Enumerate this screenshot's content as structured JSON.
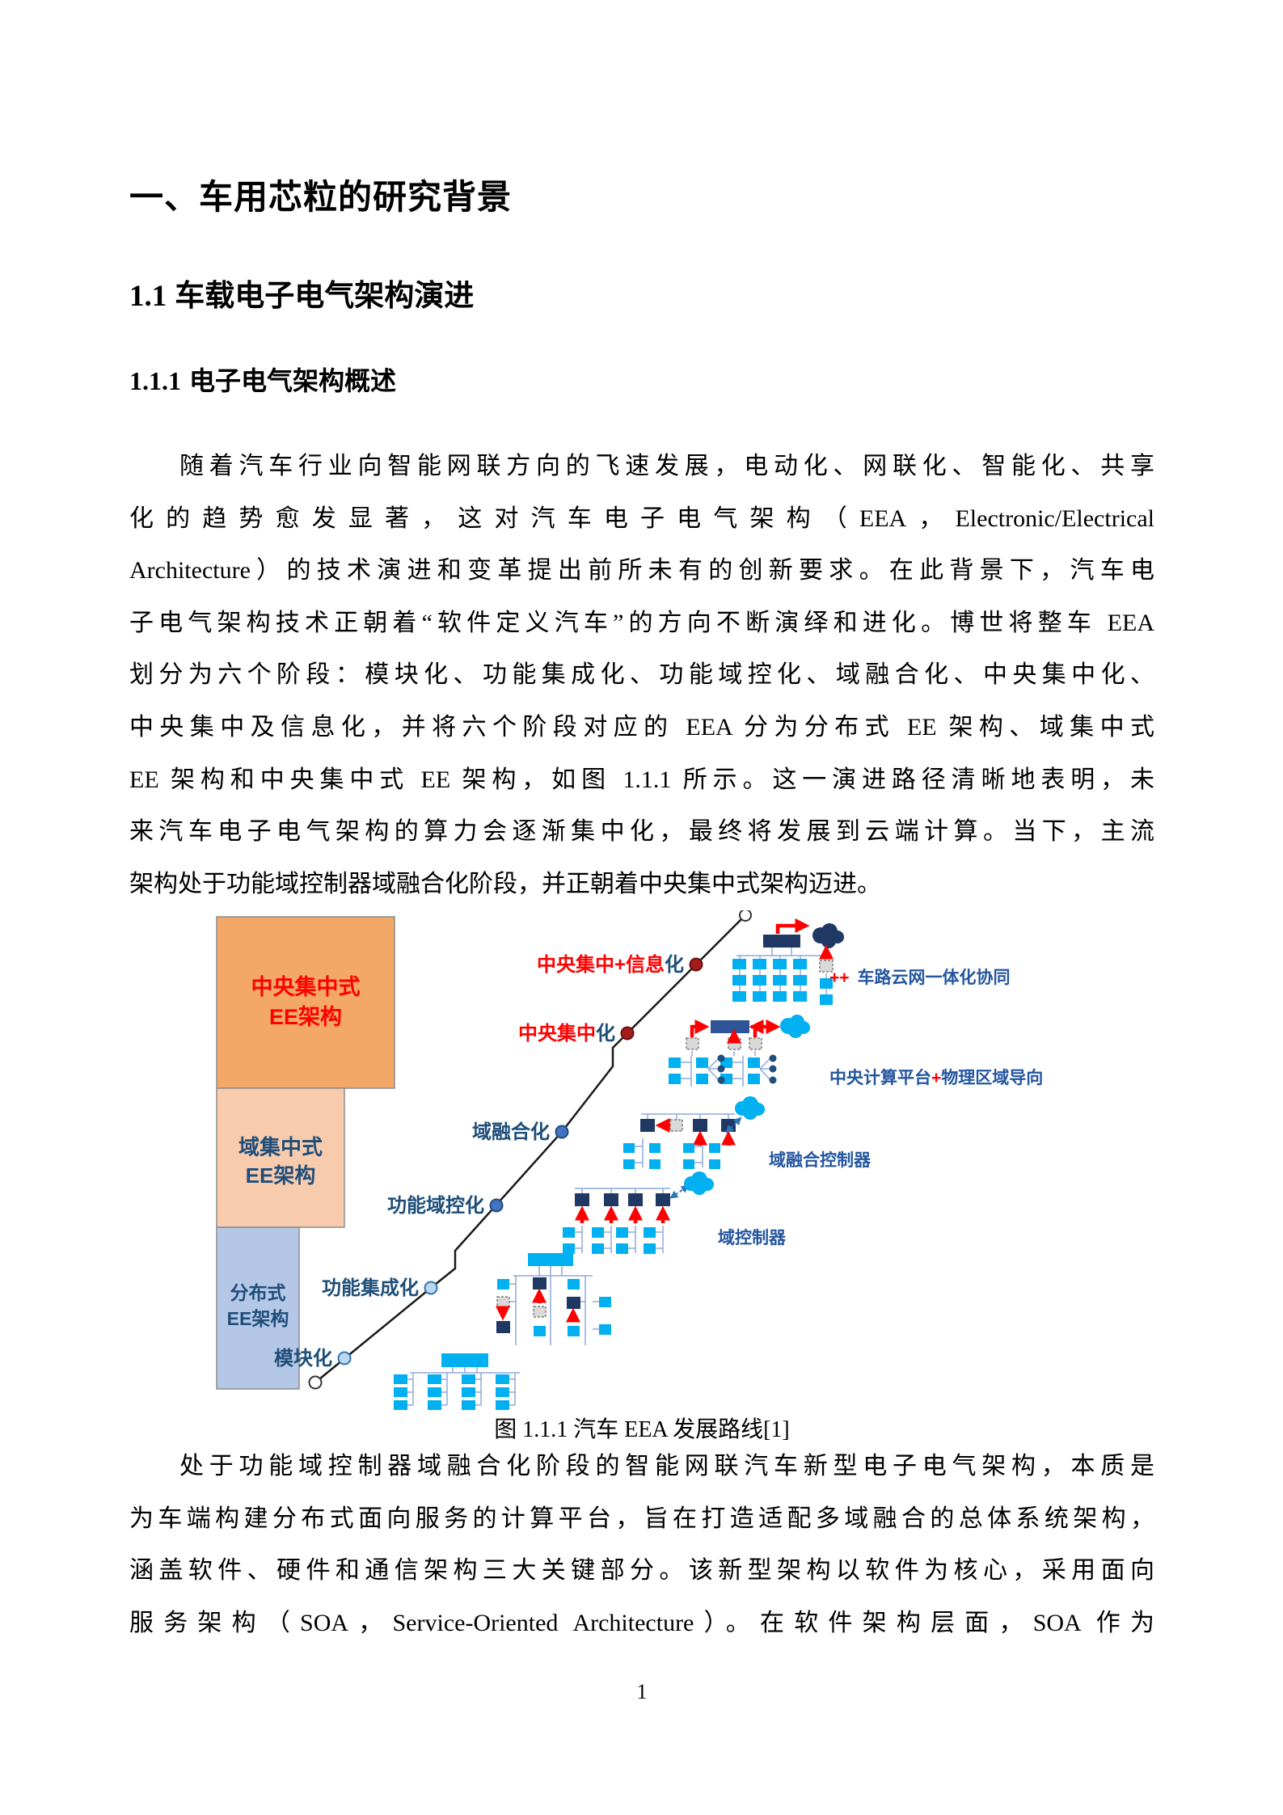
{
  "headings": {
    "h1": "一、车用芯粒的研究背景",
    "h2": {
      "num": "1.1",
      "text": "车载电子电气架构演进"
    },
    "h3": {
      "num": "1.1.1",
      "text": "电子电气架构概述"
    }
  },
  "paragraph1": {
    "lines": [
      "随着汽车行业向智能网联方向的飞速发展，电动化、网联化、智能化、共享",
      "化的趋势愈发显著，这对汽车电子电气架构（EEA，Electronic/Electrical",
      "Architecture）的技术演进和变革提出前所未有的创新要求。在此背景下，汽车电",
      "子电气架构技术正朝着“软件定义汽车”的方向不断演绎和进化。博世将整车 EEA",
      "划分为六个阶段：模块化、功能集成化、功能域控化、域融合化、中央集中化、",
      "中央集中及信息化，并将六个阶段对应的 EEA 分为分布式 EE 架构、域集中式",
      "EE 架构和中央集中式 EE 架构，如图 1.1.1 所示。这一演进路径清晰地表明，未",
      "来汽车电子电气架构的算力会逐渐集中化，最终将发展到云端计算。当下，主流",
      "架构处于功能域控制器域融合化阶段，并正朝着中央集中式架构迈进。"
    ]
  },
  "figure": {
    "caption": "图 1.1.1 汽车 EEA 发展路线[1]",
    "layers": [
      {
        "line1": "中央集中式",
        "line2": "EE架构",
        "fill": "#F4A868",
        "text_color": "#FF0000"
      },
      {
        "line1": "域集中式",
        "line2": "EE架构",
        "fill": "#F8CBAD",
        "text_color": "#1F4E79"
      },
      {
        "line1": "分布式",
        "line2": "EE架构",
        "fill": "#B4C7E7",
        "text_color": "#1F4E79"
      }
    ],
    "stages": [
      {
        "label": "模块化"
      },
      {
        "label": "功能集成化"
      },
      {
        "label": "功能域控化"
      },
      {
        "label": "域融合化"
      },
      {
        "label_red": "中央集中",
        "label_blue": "化"
      },
      {
        "label_red": "中央集中+信息",
        "label_blue": "化"
      }
    ],
    "annotations": {
      "a1_prefix": "++",
      "a1_text": "车路云网一体化协同",
      "a2_part1": "中央计算平台",
      "a2_plus": "+",
      "a2_part2": "物理区域导向",
      "a3": "域融合控制器",
      "a4": "域控制器"
    },
    "colors": {
      "red": "#FF0000",
      "dark_blue": "#1F4E79",
      "cyan": "#00B0F0",
      "navy": "#1F3864",
      "connector": "#8FAADC",
      "orange_box": "#F4A868",
      "peach_box": "#F8CBAD",
      "blue_box": "#B4C7E7",
      "marker_dark_red": "#A61C1C",
      "marker_blue": "#4472C4",
      "marker_light_blue": "#BDD7EE"
    }
  },
  "paragraph2": {
    "lines": [
      "处于功能域控制器域融合化阶段的智能网联汽车新型电子电气架构，本质是",
      "为车端构建分布式面向服务的计算平台，旨在打造适配多域融合的总体系统架构，",
      "涵盖软件、硬件和通信架构三大关键部分。该新型架构以软件为核心，采用面向",
      "服务架构（SOA，Service-Oriented Architecture）。在软件架构层面，SOA 作为"
    ]
  },
  "page_number": "1"
}
